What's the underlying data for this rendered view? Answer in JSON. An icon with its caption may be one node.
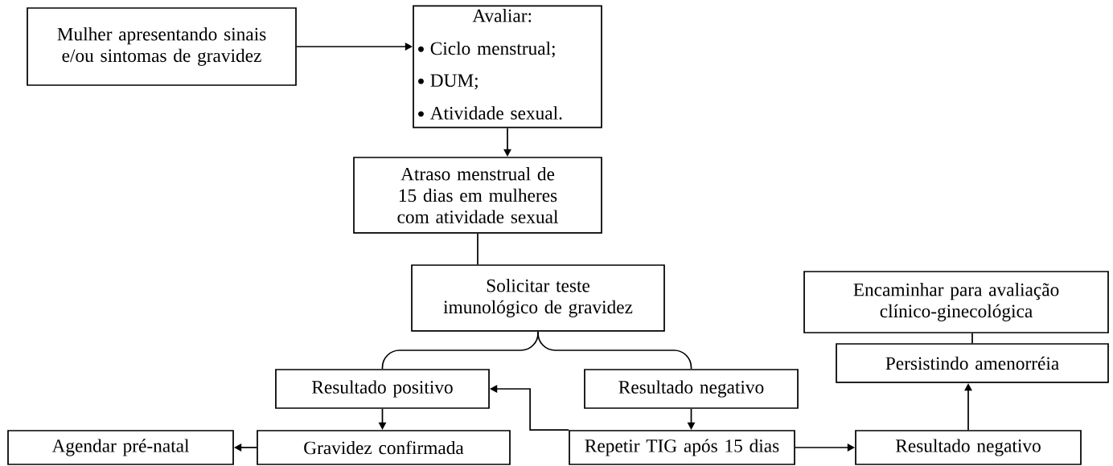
{
  "diagram": {
    "nodes": [
      {
        "text": [
          "Mulher apresentando sinais e/ou sintomas de gravidez"
        ]
      },
      {
        "text": [
          "Avaliar:",
          "Ciclo menstrual;",
          "DUM;",
          "Atividade sexual."
        ]
      },
      {
        "text": [
          "Atraso menstrual de 15 dias em mulheres com atividade sexual"
        ]
      },
      {
        "text": [
          "Solicitar teste imunológico de gravidez"
        ]
      },
      {
        "text": [
          "Resultado positivo"
        ]
      },
      {
        "text": [
          "Resultado negativo"
        ]
      },
      {
        "text": [
          "Agendar pré-natal"
        ]
      },
      {
        "text": [
          "Gravidez confirmada"
        ]
      },
      {
        "text": [
          "Repetir TIG após 15 dias"
        ]
      },
      {
        "text": [
          "Resultado negativo"
        ]
      },
      {
        "text": [
          "Persistindo amenorréia"
        ]
      },
      {
        "text": [
          "Encaminhar para avaliação clínico-ginecológica"
        ]
      }
    ],
    "edges": [
      {
        "from": 0,
        "to": 1,
        "arrow": "to"
      },
      {
        "from": 1,
        "to": 2,
        "arrow": "to"
      },
      {
        "from": 2,
        "to": 3,
        "arrow": "none"
      },
      {
        "from": 3,
        "to": 4,
        "arrow": "none"
      },
      {
        "from": 3,
        "to": 5,
        "arrow": "none"
      },
      {
        "from": 4,
        "to": 7,
        "arrow": "to"
      },
      {
        "from": 5,
        "to": 8,
        "arrow": "to"
      },
      {
        "from": 7,
        "to": 6,
        "arrow": "to"
      },
      {
        "from": 8,
        "to": 4,
        "arrow": "to"
      },
      {
        "from": 8,
        "to": 9,
        "arrow": "to"
      },
      {
        "from": 9,
        "to": 10,
        "arrow": "to"
      },
      {
        "from": 10,
        "to": 11,
        "arrow": "none"
      }
    ]
  }
}
